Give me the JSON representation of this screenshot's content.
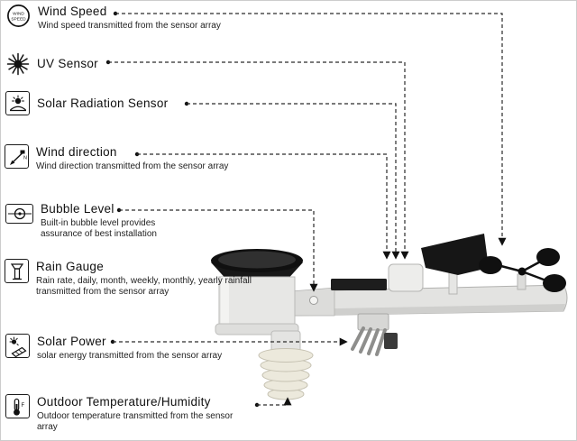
{
  "colors": {
    "ink": "#111111",
    "line": "#2a2a2a",
    "device_light": "#e7e7e5",
    "device_dark": "#141414",
    "shield_ivory": "#ece9dc"
  },
  "device": {
    "name": "wireless weather station sensor array"
  },
  "features": [
    {
      "icon": "wind-speed-badge-icon",
      "icon_text_1": "WIND",
      "icon_text_2": "SPEED",
      "title": "Wind Speed",
      "description": "Wind speed transmitted from the sensor array"
    },
    {
      "icon": "uv-sunburst-icon",
      "title": "UV Sensor",
      "description": ""
    },
    {
      "icon": "solar-radiation-icon",
      "title": "Solar Radiation Sensor",
      "description": ""
    },
    {
      "icon": "wind-vane-icon",
      "icon_text": "N",
      "title": "Wind direction",
      "description": "Wind direction transmitted from the sensor array"
    },
    {
      "icon": "bubble-level-icon",
      "title": "Bubble Level",
      "description": "Built-in bubble level provides assurance of best installation"
    },
    {
      "icon": "rain-gauge-icon",
      "title": "Rain Gauge",
      "description": "Rain rate, daily, month, weekly, monthly, yearly rainfall transmitted from the sensor array"
    },
    {
      "icon": "solar-power-icon",
      "title": "Solar Power",
      "description": "solar energy transmitted from the sensor array"
    },
    {
      "icon": "thermometer-icon",
      "icon_text": "F",
      "title": "Outdoor Temperature/Humidity",
      "description": "Outdoor temperature transmitted from the sensor array"
    }
  ]
}
